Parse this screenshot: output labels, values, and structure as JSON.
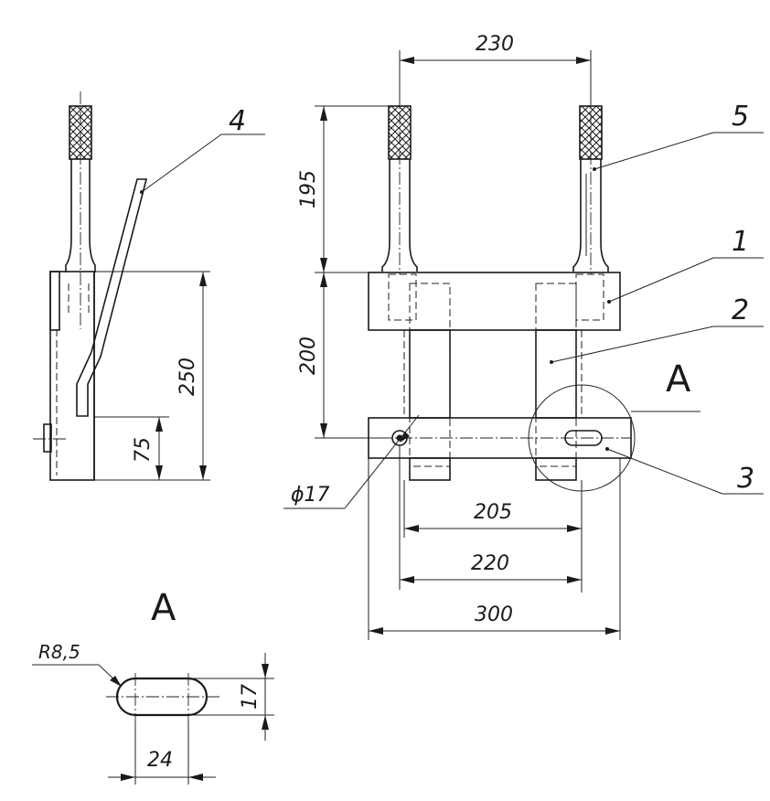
{
  "dimensions": {
    "top_width": "230",
    "upper_height": "195",
    "frame_height": "200",
    "inner_205": "205",
    "inner_220": "220",
    "overall_300": "300",
    "side_250": "250",
    "side_75": "75",
    "hole_dia": "ϕ17",
    "slot_radius": "R8,5",
    "slot_width": "17",
    "slot_length": "24"
  },
  "callouts": {
    "part_1": "1",
    "part_2": "2",
    "part_3": "3",
    "part_4": "4",
    "part_5": "5"
  },
  "views": {
    "detail_marker": "A",
    "detail_title": "A"
  }
}
